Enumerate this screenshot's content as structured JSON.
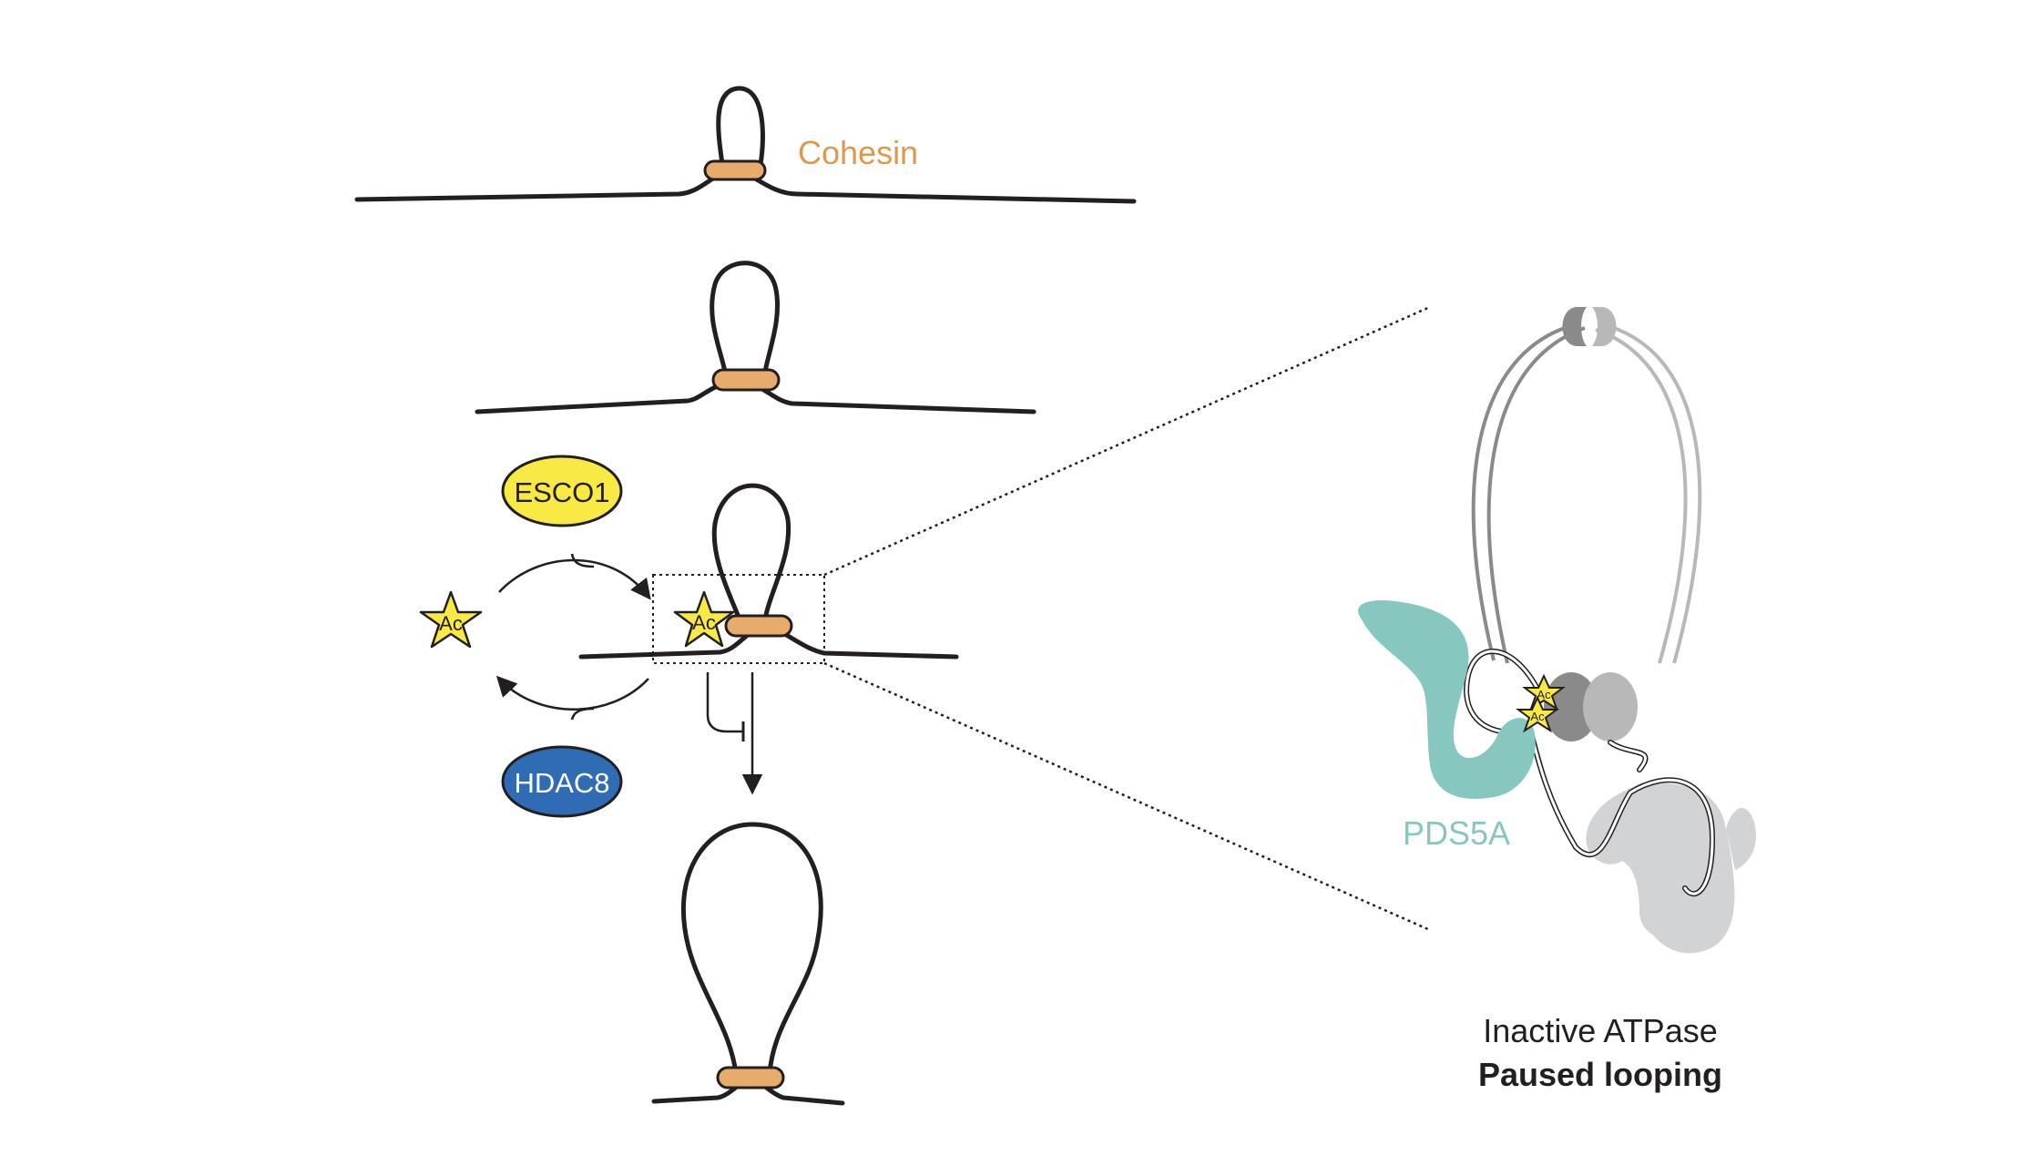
{
  "labels": {
    "cohesin": "Cohesin",
    "esco1": "ESCO1",
    "hdac8": "HDAC8",
    "acetyl_mark": "Ac",
    "pds5a": "PDS5A",
    "caption_line1": "Inactive ATPase",
    "caption_line2": "Paused looping"
  },
  "colors": {
    "cohesin_ring": "#E7AC6B",
    "cohesin_text": "#E0994B",
    "esco1_fill": "#F8E945",
    "hdac8_fill": "#2F6CB3",
    "acetyl_star": "#F8E945",
    "pds5a": "#86C8BF",
    "smc_dark": "#8A8A8A",
    "smc_light": "#B8B8B8",
    "subunit_light": "#D2D3D5",
    "dna": "#231F20"
  },
  "icons": [
    "acetyl-star-icon",
    "arrow-icon",
    "inhibition-bar-icon"
  ]
}
